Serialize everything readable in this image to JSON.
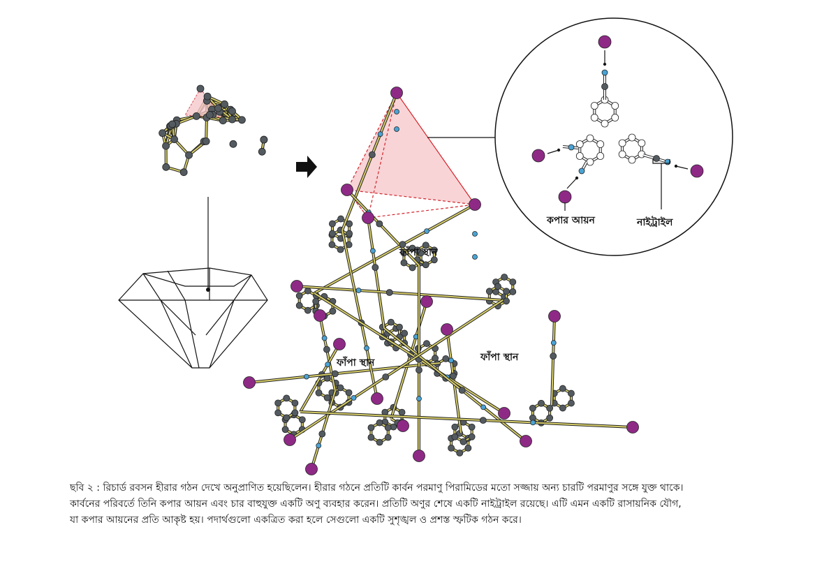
{
  "labels": {
    "copper_ion": "কপার আয়ন",
    "nitrile": "নাইট্রাইল",
    "cavity_1": "ফাঁপা স্থান",
    "cavity_2": "ফাঁপা স্থান",
    "cavity_3": "ফাঁপা স্থান"
  },
  "caption": {
    "line1": "ছবি ২ : রিচার্ড রবসন হীরার গঠন দেখে অনুপ্রাণিত হয়েছিলেন। হীরার গঠনে প্রতিটি কার্বন পরমাণু পিরামিডের মতো সজ্জায় অন্য চারটি পরমাণুর সঙ্গে যুক্ত থাকে।",
    "line2": "কার্বনের পরিবর্তে তিনি কপার আয়ন এবং চার বাহুযুক্ত একটি অণু ব্যবহার করেন। প্রতিটি অণুর শেষে একটি নাইট্রাইল রয়েছে। এটি এমন একটি রাসায়নিক যৌগ,",
    "line3": "যা কপার আয়নের প্রতি আকৃষ্ট হয়। পদার্থগুলো একত্রিত করা হলে সেগুলো একটি সুশৃঙ্খল ও প্রশস্ত স্ফটিক গঠন করে।"
  },
  "colors": {
    "copper": "#8e2a86",
    "nitrogen": "#4aa3d4",
    "carbon": "#545b60",
    "bond": "#d8cf6a",
    "pyramid": "#f6c9cc",
    "pyramid_edge": "#d2232a"
  }
}
